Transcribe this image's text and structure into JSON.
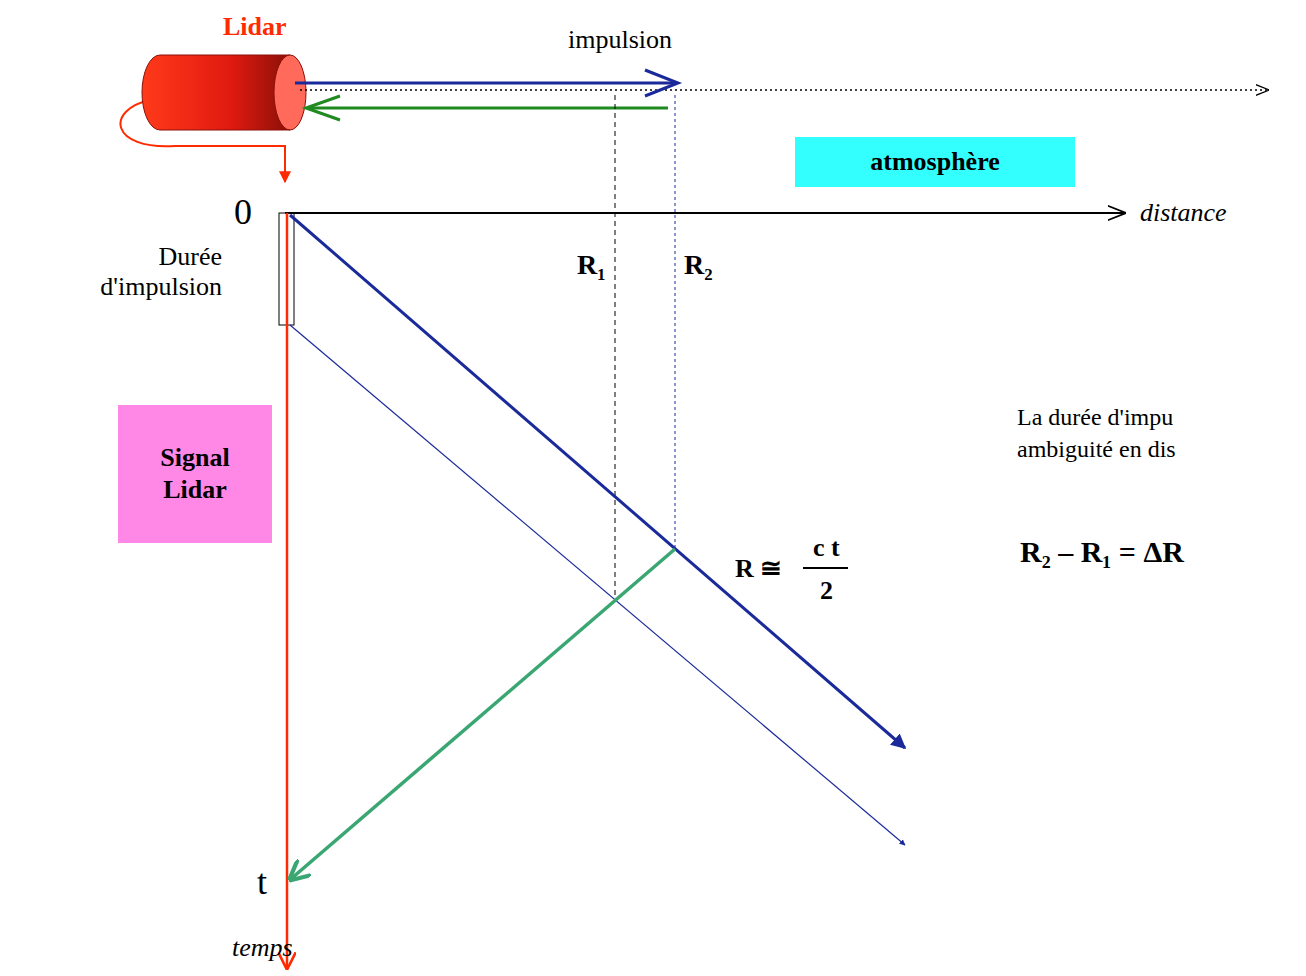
{
  "diagram": {
    "nodes": [
      {
        "text": [
          "atmosphère"
        ]
      },
      {
        "text": [
          "Signal Lidar"
        ]
      }
    ],
    "labels": [
      "Lidar",
      "impulsion",
      "0",
      "distance",
      "Durée d'impulsion",
      "R₁",
      "R₂",
      "R ≅",
      "c t",
      "2",
      "La durée d'impu",
      "ambiguité en dis",
      "R₂ – R₁ = ΔR",
      "t",
      "temps"
    ]
  }
}
